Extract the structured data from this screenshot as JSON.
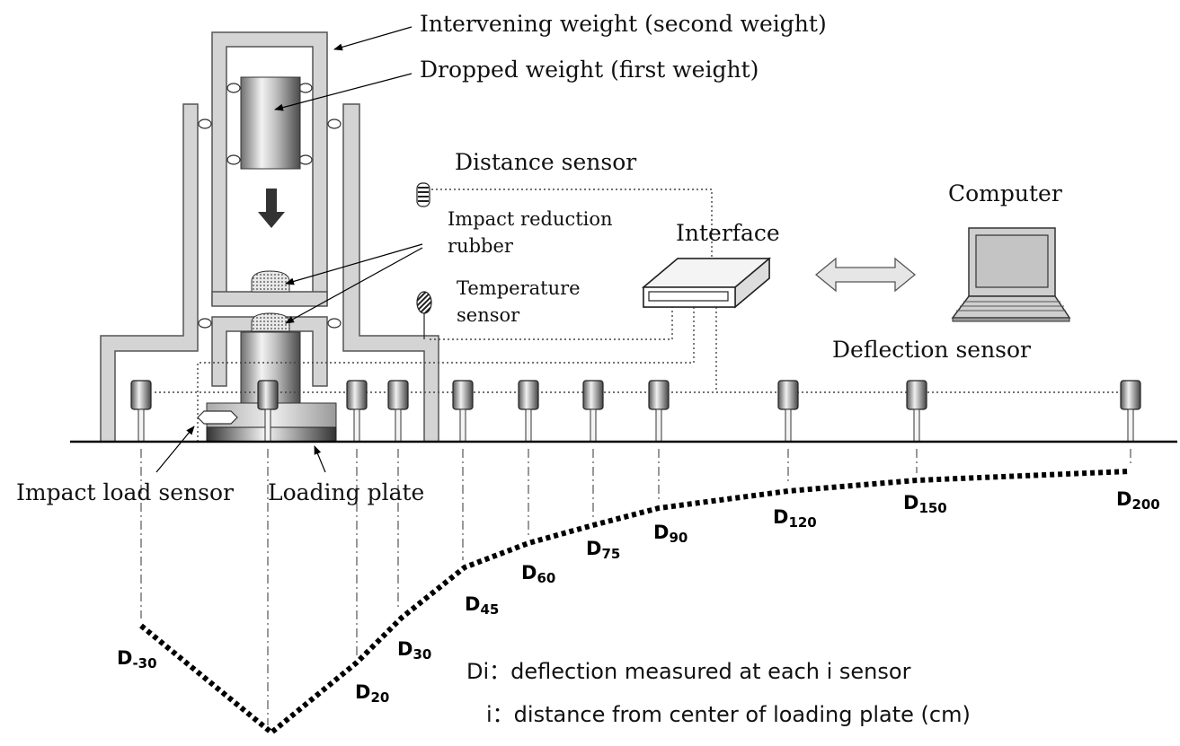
{
  "labels": {
    "intervening_weight": "Intervening weight (second weight)",
    "dropped_weight": "Dropped weight (first weight)",
    "distance_sensor": "Distance sensor",
    "impact_reduction_rubber_1": "Impact reduction",
    "impact_reduction_rubber_2": "rubber",
    "temperature_sensor_1": "Temperature",
    "temperature_sensor_2": "sensor",
    "interface": "Interface",
    "computer": "Computer",
    "deflection_sensor": "Deflection sensor",
    "impact_load_sensor": "Impact load sensor",
    "loading_plate": "Loading plate"
  },
  "sensors": [
    {
      "main": "D",
      "sub": "-30"
    },
    {
      "main": "D",
      "sub": "20"
    },
    {
      "main": "D",
      "sub": "30"
    },
    {
      "main": "D",
      "sub": "45"
    },
    {
      "main": "D",
      "sub": "60"
    },
    {
      "main": "D",
      "sub": "75"
    },
    {
      "main": "D",
      "sub": "90"
    },
    {
      "main": "D",
      "sub": "120"
    },
    {
      "main": "D",
      "sub": "150"
    },
    {
      "main": "D",
      "sub": "200"
    }
  ],
  "legend": {
    "line1": "Di：deflection measured at each i sensor",
    "line2": "i：distance from center of loading plate (cm)"
  },
  "colors": {
    "ink": "#000000",
    "frame_fill": "#d4d4d4",
    "frame_stroke": "#555555"
  }
}
